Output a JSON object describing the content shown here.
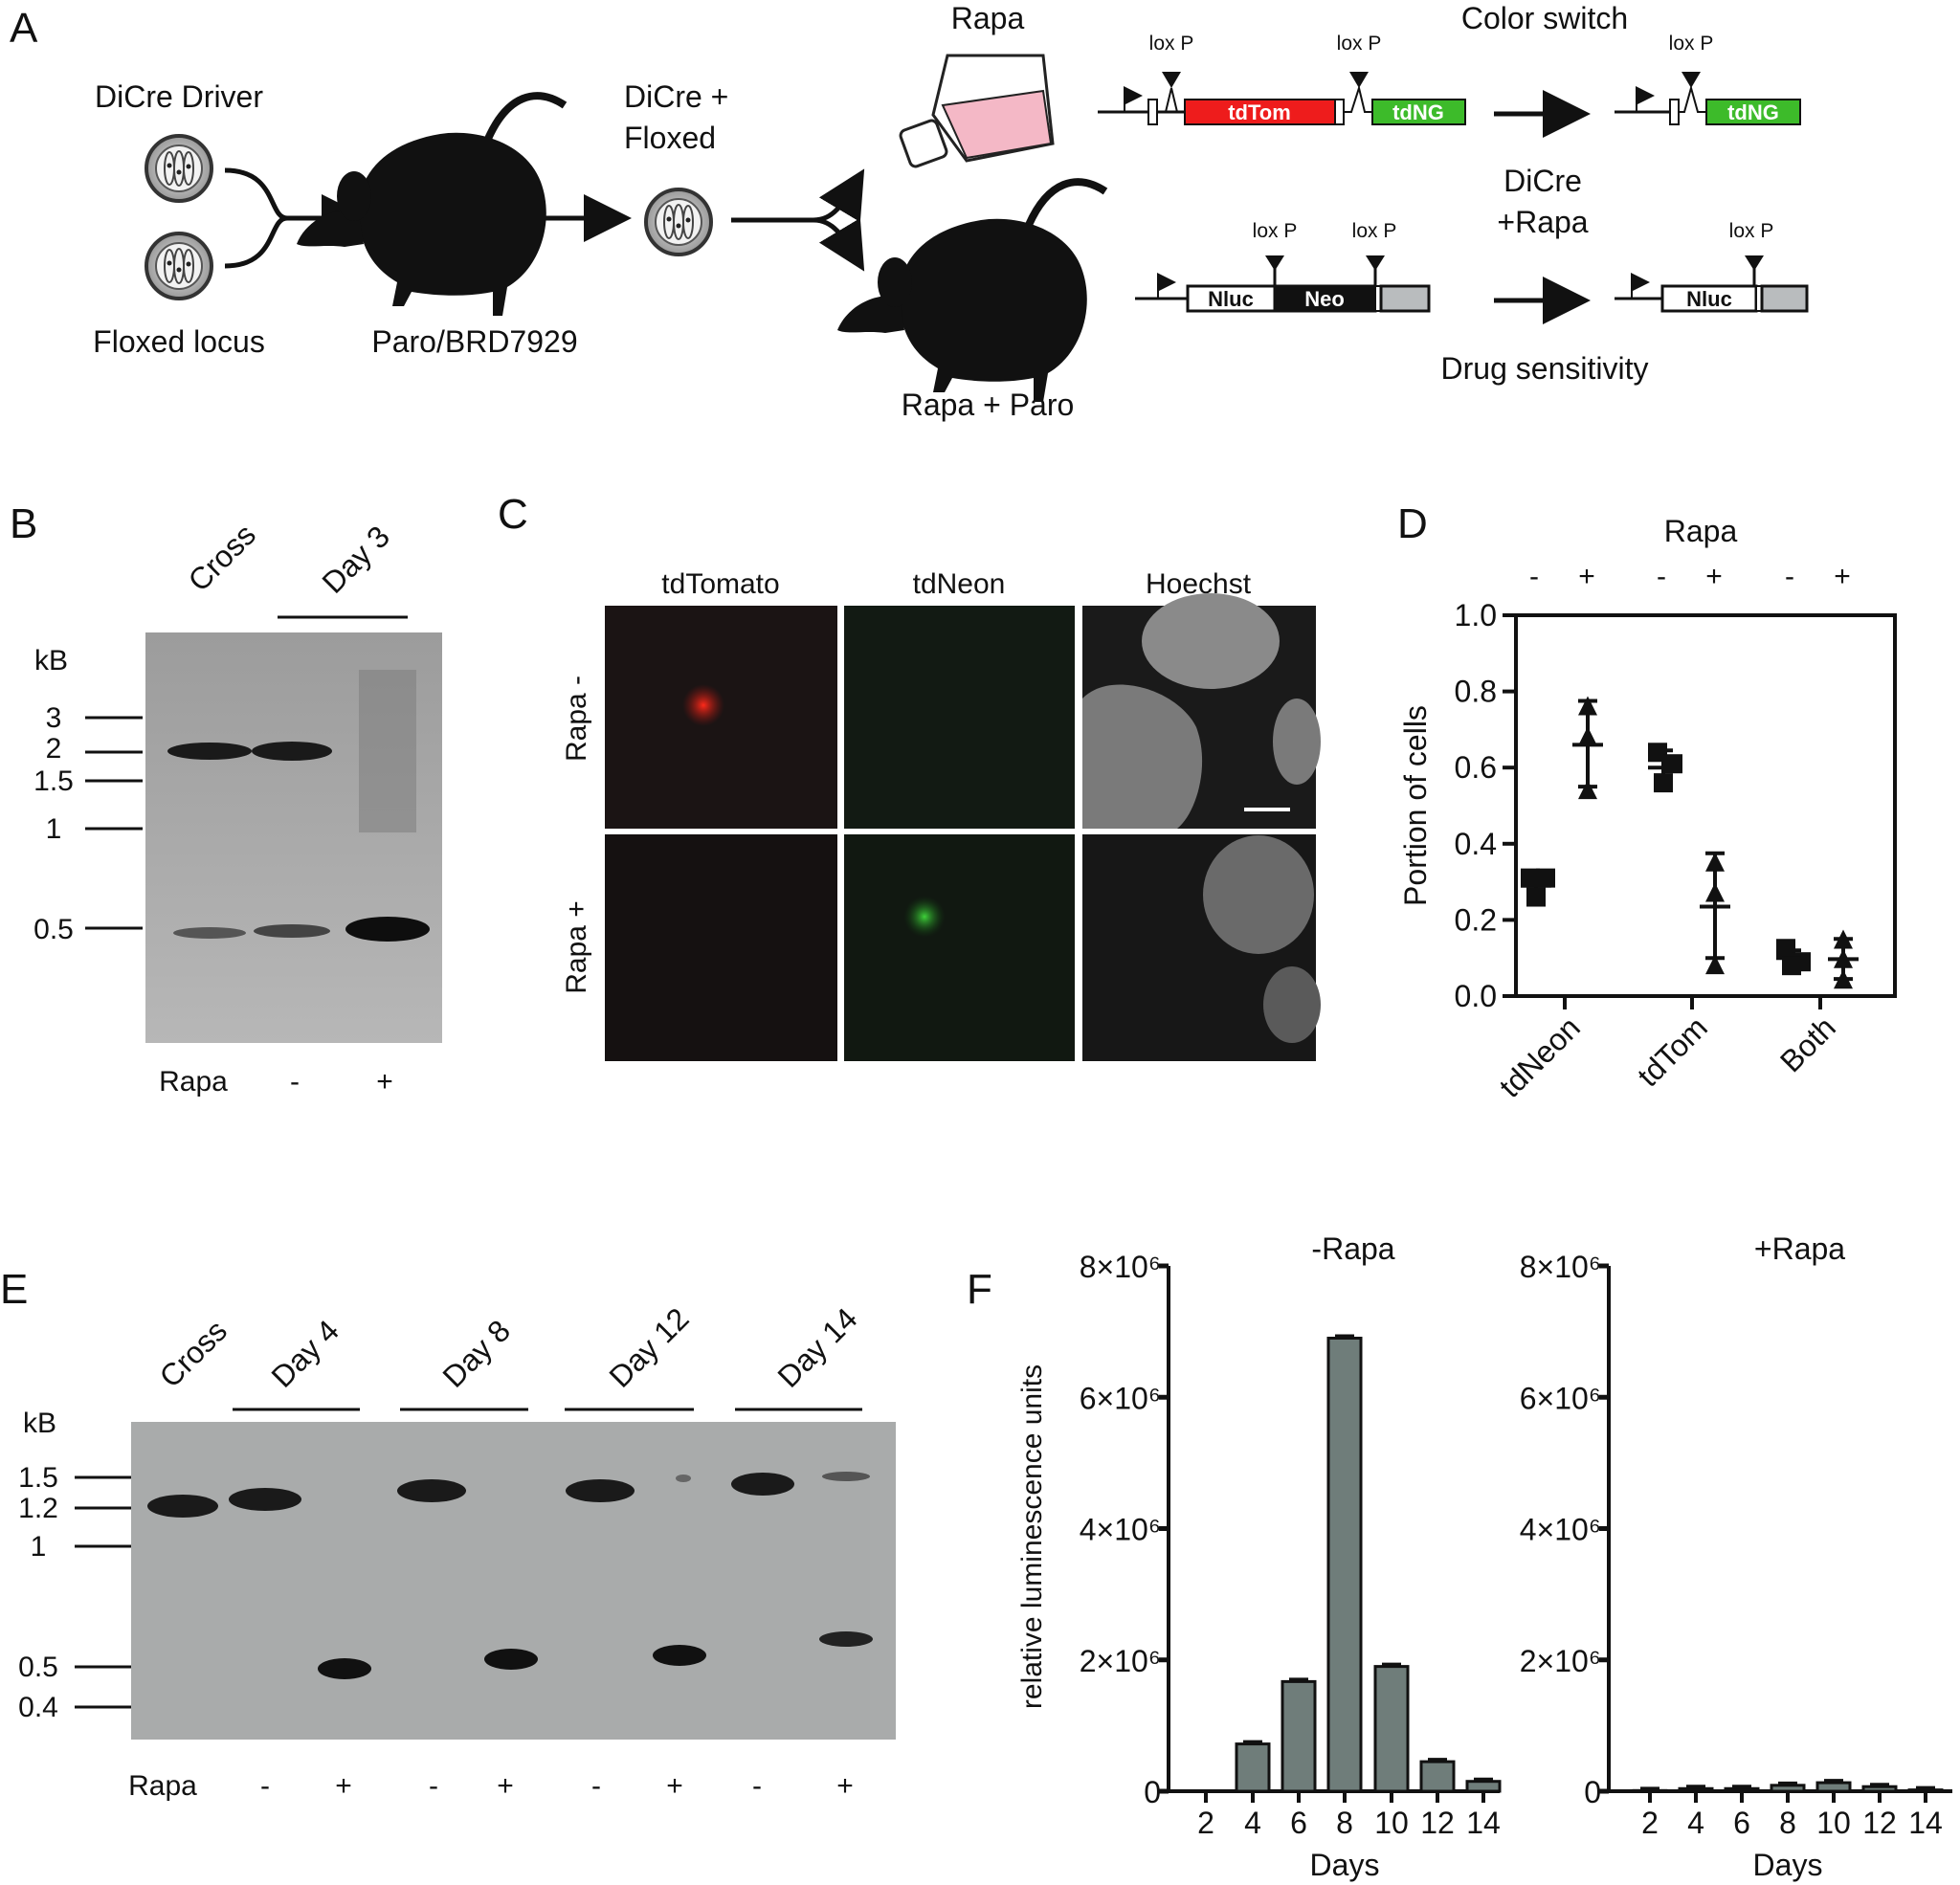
{
  "panel_labels": {
    "a": "A",
    "b": "B",
    "c": "C",
    "d": "D",
    "e": "E",
    "f": "F"
  },
  "panel_a": {
    "dicre_driver": "DiCre Driver",
    "floxed_locus": "Floxed locus",
    "mouse_label": "Paro/BRD7929",
    "dicre_floxed_1": "DiCre +",
    "dicre_floxed_2": "Floxed",
    "rapa": "Rapa",
    "rapa_paro": "Rapa + Paro",
    "color_switch": "Color switch",
    "dicre_rapa_1": "DiCre",
    "dicre_rapa_2": "+Rapa",
    "drug_sensitivity": "Drug sensitivity",
    "loxp": "lox P",
    "tdtom": "tdTom",
    "tdng": "tdNG",
    "nluc": "Nluc",
    "neo": "Neo",
    "colors": {
      "tdtom": "#ee1c1c",
      "tdng": "#3dbb2a",
      "neo": "#111111",
      "gray_box": "#b9bcbe",
      "flask_medium": "#f4b8c6"
    }
  },
  "panel_b": {
    "lanes": [
      "Cross",
      "Day 3"
    ],
    "kb": "kB",
    "markers": [
      "3",
      "2",
      "1.5",
      "1",
      "0.5"
    ],
    "rapa": "Rapa",
    "rapa_states": [
      "-",
      "+"
    ]
  },
  "panel_c": {
    "columns": [
      "tdTomato",
      "tdNeon",
      "Hoechst"
    ],
    "rows": [
      "Rapa -",
      "Rapa +"
    ]
  },
  "panel_e": {
    "lanes": [
      "Cross",
      "Day 4",
      "Day 8",
      "Day 12",
      "Day 14"
    ],
    "kb": "kB",
    "markers": [
      "1.5",
      "1.2",
      "1",
      "0.5",
      "0.4"
    ],
    "rapa": "Rapa",
    "rapa_states": [
      "-",
      "+",
      "-",
      "+",
      "-",
      "+",
      "-",
      "+"
    ]
  },
  "chart_data": [
    {
      "panel": "D",
      "type": "scatter",
      "title": "Rapa",
      "ylabel": "Portion of cells",
      "ylim": [
        0,
        1.0
      ],
      "yticks": [
        "0.0",
        "0.2",
        "0.4",
        "0.6",
        "0.8",
        "1.0"
      ],
      "categories": [
        "tdNeon",
        "tdTom",
        "Both"
      ],
      "conditions": [
        "-",
        "+"
      ],
      "groups": [
        {
          "category": "tdNeon",
          "rapa": "-",
          "marker": "square",
          "points": [
            0.31,
            0.31,
            0.26
          ],
          "mean": 0.29,
          "sd_low": 0.27,
          "sd_high": 0.315
        },
        {
          "category": "tdNeon",
          "rapa": "+",
          "marker": "triangle",
          "points": [
            0.76,
            0.68,
            0.54
          ],
          "mean": 0.66,
          "sd_low": 0.55,
          "sd_high": 0.775
        },
        {
          "category": "tdTom",
          "rapa": "-",
          "marker": "square",
          "points": [
            0.64,
            0.61,
            0.56
          ],
          "mean": 0.6,
          "sd_low": 0.565,
          "sd_high": 0.645
        },
        {
          "category": "tdTom",
          "rapa": "+",
          "marker": "triangle",
          "points": [
            0.35,
            0.27,
            0.08
          ],
          "mean": 0.235,
          "sd_low": 0.1,
          "sd_high": 0.375
        },
        {
          "category": "Both",
          "rapa": "-",
          "marker": "square",
          "points": [
            0.125,
            0.09,
            0.08
          ],
          "mean": 0.1,
          "sd_low": 0.085,
          "sd_high": 0.12
        },
        {
          "category": "Both",
          "rapa": "+",
          "marker": "triangle",
          "points": [
            0.147,
            0.096,
            0.042
          ],
          "mean": 0.097,
          "sd_low": 0.045,
          "sd_high": 0.15
        }
      ]
    },
    {
      "panel": "F",
      "type": "bar",
      "title": "-Rapa",
      "ylabel": "relative luminescence units",
      "xlabel": "Days",
      "categories": [
        "2",
        "4",
        "6",
        "8",
        "10",
        "12",
        "14"
      ],
      "values": [
        0,
        720000,
        1670000,
        6900000,
        1900000,
        450000,
        150000
      ],
      "ylim": [
        0,
        8000000
      ],
      "yticks": [
        "0",
        "2×10⁶",
        "4×10⁶",
        "6×10⁶",
        "8×10⁶"
      ],
      "bar_color": "#6f7d7a"
    },
    {
      "panel": "F",
      "type": "bar",
      "title": "+Rapa",
      "xlabel": "Days",
      "categories": [
        "2",
        "4",
        "6",
        "8",
        "10",
        "12",
        "14"
      ],
      "values": [
        10000,
        40000,
        40000,
        90000,
        130000,
        70000,
        20000
      ],
      "ylim": [
        0,
        8000000
      ],
      "yticks": [
        "0",
        "2×10⁶",
        "4×10⁶",
        "6×10⁶",
        "8×10⁶"
      ],
      "bar_color": "#6f7d7a"
    }
  ]
}
